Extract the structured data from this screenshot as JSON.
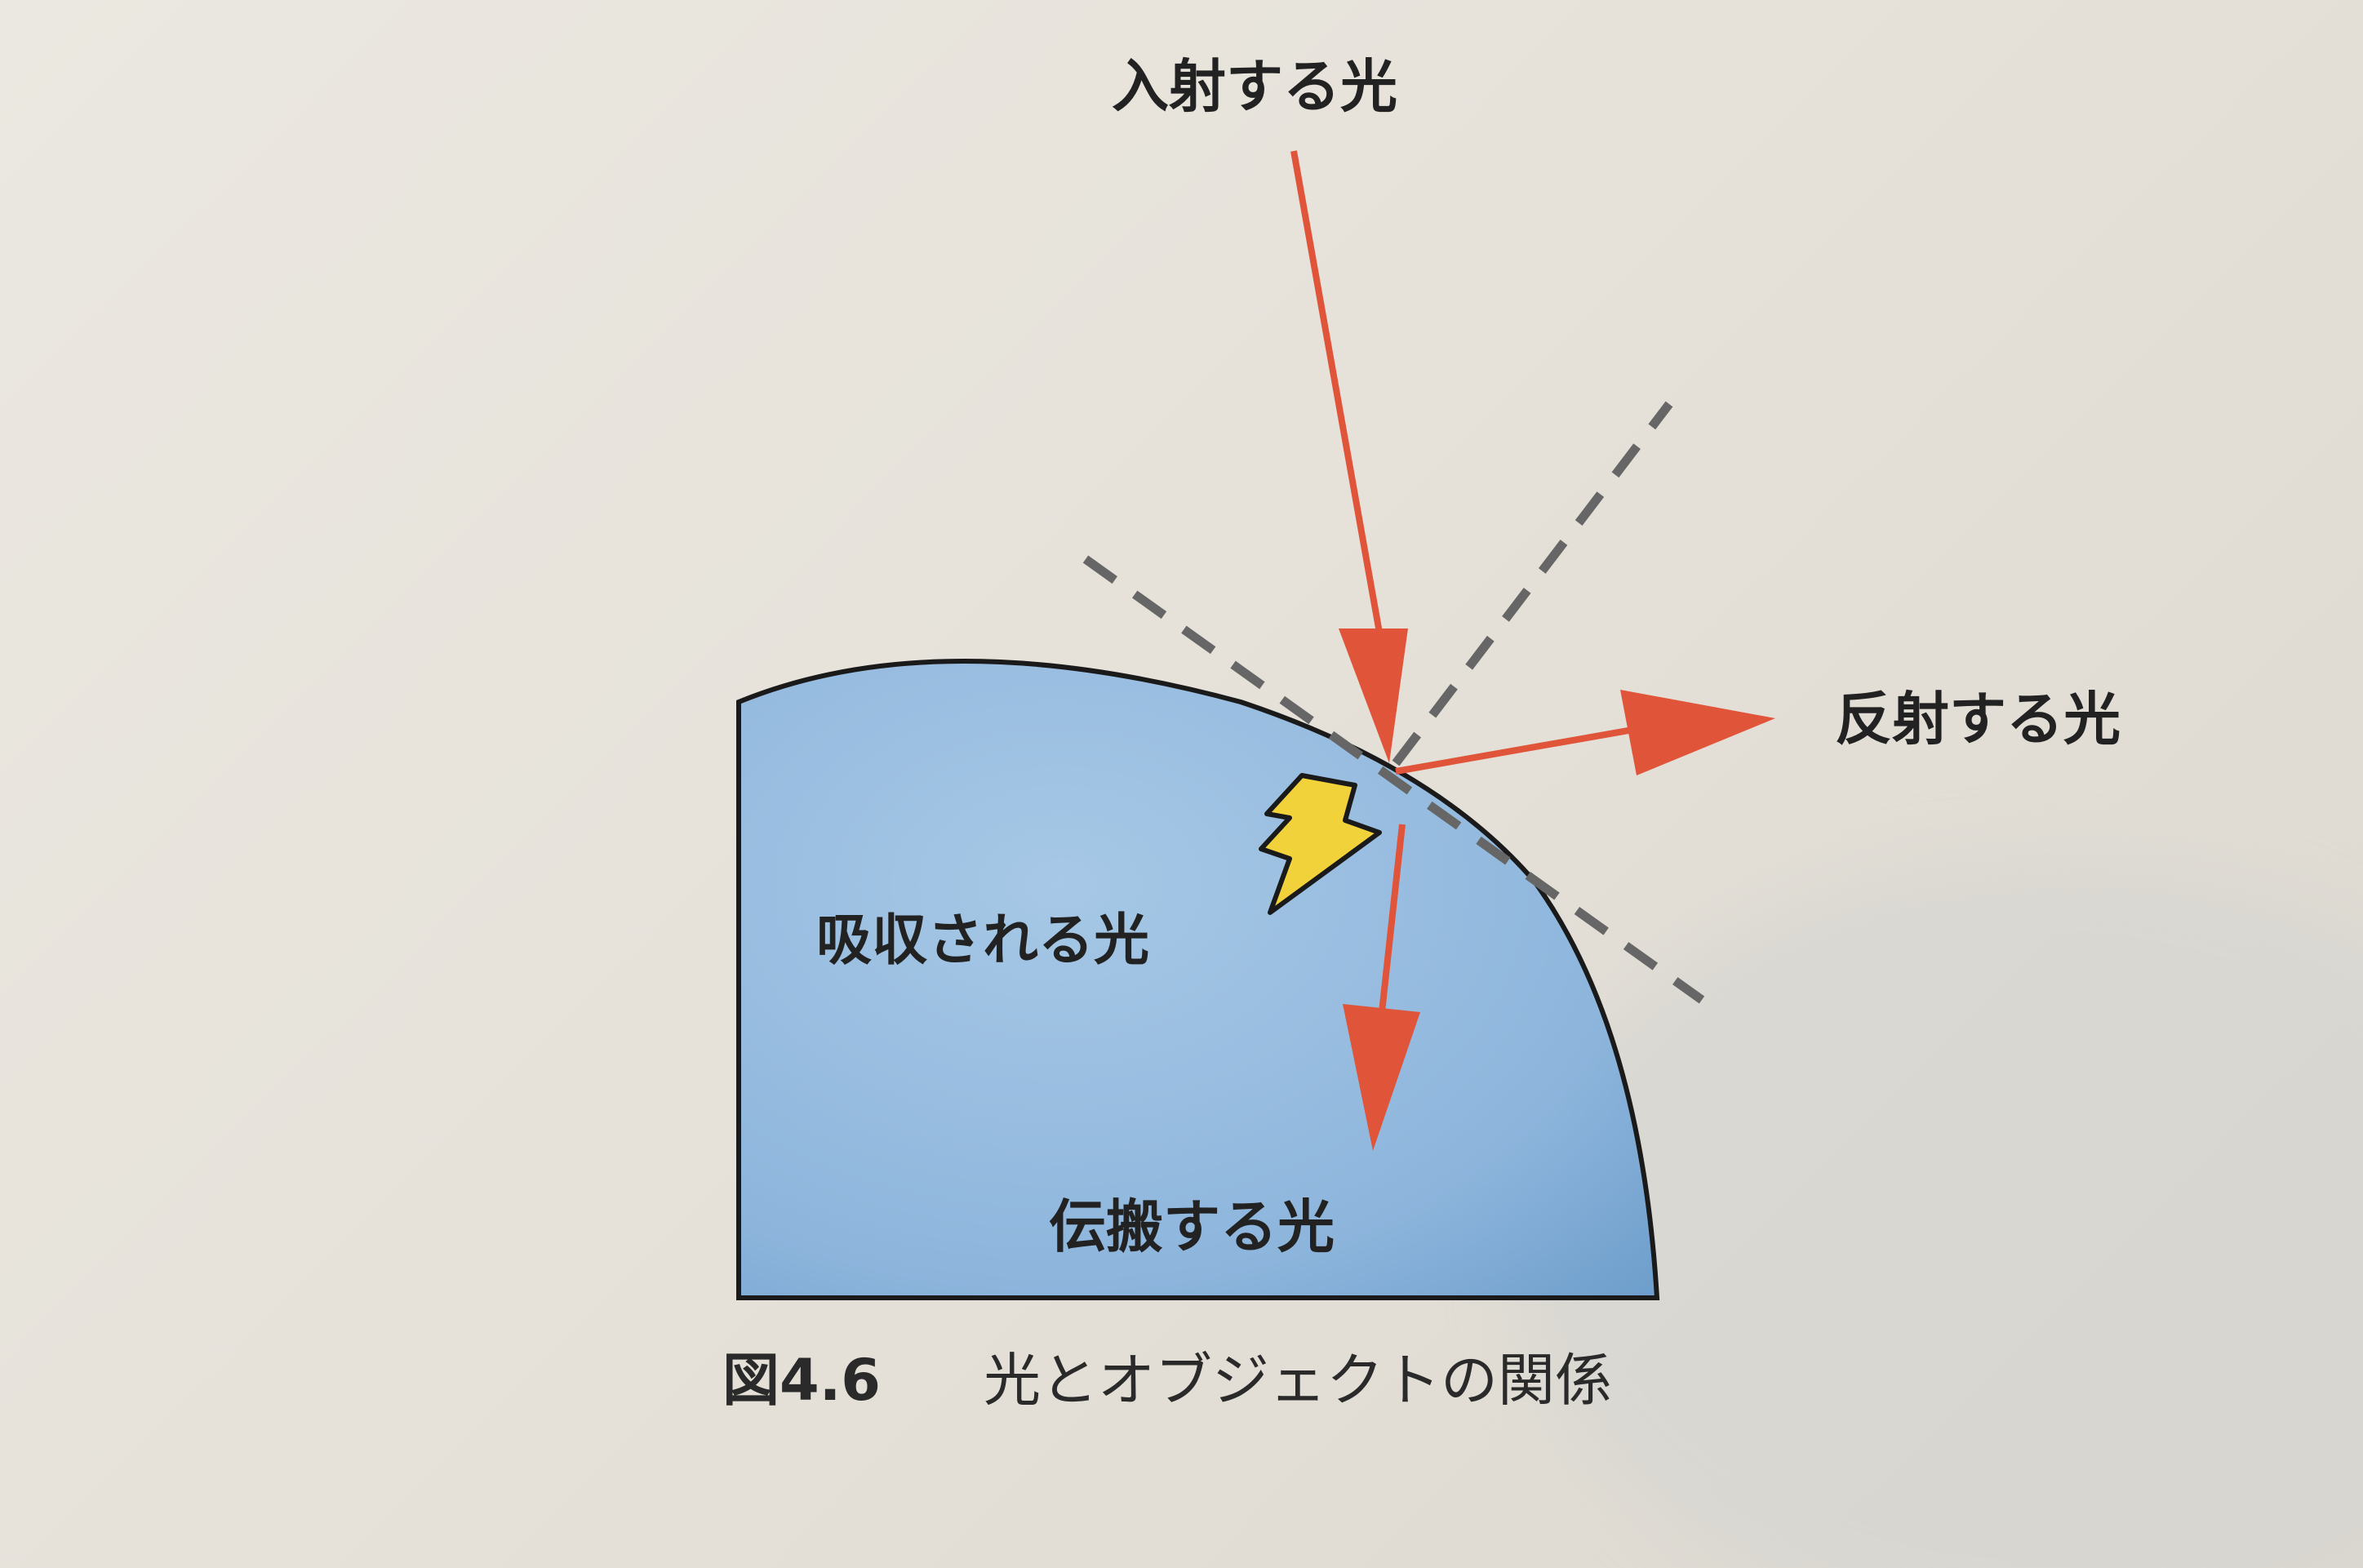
{
  "diagram": {
    "labels": {
      "incident": "入射する光",
      "reflected": "反射する光",
      "absorbed": "吸収される光",
      "transmitted": "伝搬する光"
    },
    "caption": {
      "number": "図4.6",
      "title": "光とオブジェクトの関係"
    },
    "colors": {
      "object_fill": "#9cc0e0",
      "object_fill_dark": "#6f9fcc",
      "outline": "#1a1a1a",
      "arrow": "#e0553a",
      "dashed_line": "#666666",
      "lightning": "#f2d23a",
      "text": "#222222"
    }
  }
}
